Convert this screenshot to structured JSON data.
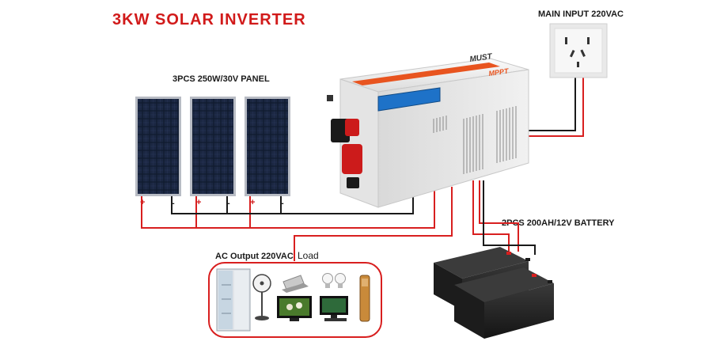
{
  "title": "3KW SOLAR INVERTER",
  "labels": {
    "panels": "3PCS 250W/30V PANEL",
    "main_input": "MAIN INPUT 220VAC",
    "battery": "2PCS 200AH/12V BATTERY",
    "ac_output": "AC Output 220VAC",
    "load": "Load"
  },
  "polarity": {
    "plus": "+",
    "minus": "-"
  },
  "inverter": {
    "brand": "MUST",
    "badge": "MPPT"
  },
  "colors": {
    "title": "#d11a1a",
    "wire_red": "#d81f1f",
    "wire_black": "#1a1a1a",
    "inverter_body": "#f2f2f2",
    "inverter_accent": "#e8541f"
  },
  "load_items": [
    "refrigerator",
    "fan",
    "laptop",
    "light-bulbs",
    "tv",
    "desktop-computer",
    "water-pump"
  ]
}
